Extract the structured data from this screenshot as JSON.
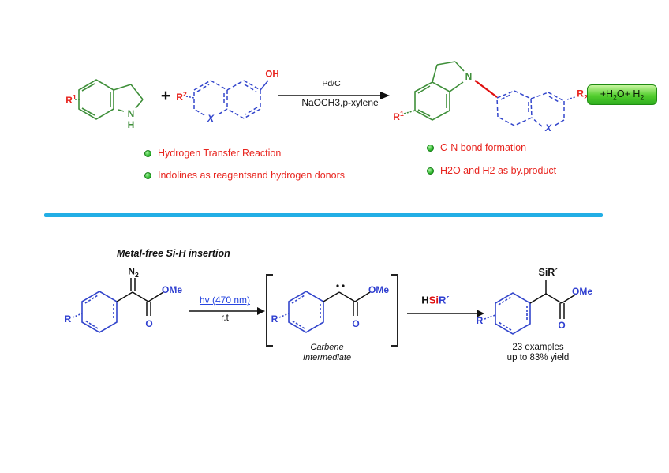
{
  "colors": {
    "structure_green": "#3f8f3a",
    "structure_blue": "#3346cc",
    "highlight_red": "#e8251f",
    "bond_red": "#e01010",
    "divider_cyan": "#22aee5",
    "box_green": "#2fae1e",
    "link_blue": "#2745e0"
  },
  "top": {
    "indoline": {
      "r": "R",
      "r_sup": "1",
      "n": "N",
      "h": "H"
    },
    "plus": "+",
    "naphthol": {
      "oh": "OH",
      "r": "R",
      "r_sup": "2",
      "x": "X"
    },
    "conditions": {
      "above": "Pd/C",
      "below": "NaOCH3,p-xylene"
    },
    "product": {
      "r1": "R",
      "r1_sup": "1",
      "n": "N",
      "r2": "R",
      "r2_sub": "2",
      "x": "X"
    },
    "byproducts": {
      "t1": "+H",
      "sub1": "2",
      "t2": "O+ H",
      "sub2": "2"
    },
    "bullets_left": [
      {
        "text": "Hydrogen Transfer Reaction"
      },
      {
        "text": "Indolines as reagentsand hydrogen donors"
      }
    ],
    "bullets_right": [
      {
        "text": "C-N bond formation"
      },
      {
        "text": "H2O and H2 as by.product"
      }
    ]
  },
  "bottom": {
    "title": "Metal-free Si-H insertion",
    "diazo": {
      "r": "R",
      "n": "N",
      "n_sub": "2",
      "ome": "OMe",
      "o": "O"
    },
    "conditions": {
      "above": "hv (470 nm)",
      "below": "r.t"
    },
    "carbene": {
      "r": "R",
      "ome": "OMe",
      "o": "O",
      "caption1": "Carbene",
      "caption2": "Intermediate"
    },
    "silane": {
      "h": "H",
      "si": "Si",
      "rp": "R´"
    },
    "product": {
      "r": "R",
      "sir": "SiR´",
      "ome": "OMe",
      "o": "O"
    },
    "results": {
      "line1": "23 examples",
      "line2": "up to 83% yield"
    }
  }
}
